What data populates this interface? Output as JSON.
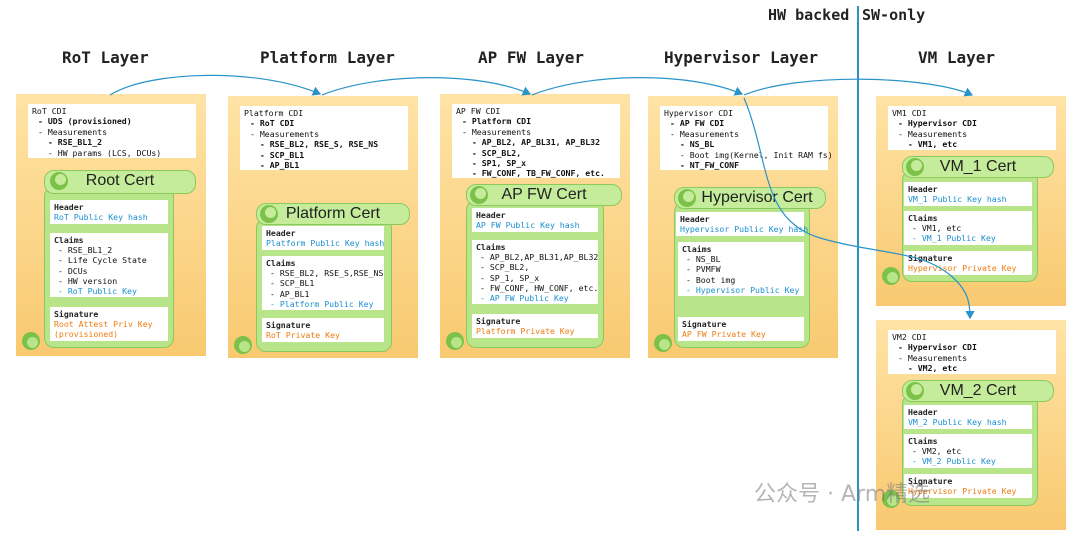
{
  "header": {
    "hw_backed": "HW backed",
    "sw_only": "SW-only"
  },
  "layers": {
    "rot": {
      "title": "RoT Layer",
      "cdi": [
        "RoT CDI",
        "- UDS (provisioned)",
        "- Measurements",
        "  - RSE_BL1_2",
        "  - HW params (LCS, DCUs)"
      ],
      "cert_title": "Root Cert",
      "header_label": "Header",
      "header_value": "RoT Public Key hash",
      "claims_label": "Claims",
      "claims": [
        "- RSE_BL1_2",
        "- Life Cycle State",
        "- DCUs",
        "- HW version"
      ],
      "claims_key": "- RoT Public Key",
      "sig_label": "Signature",
      "sig_value": "Root Attest Priv Key",
      "sig_value2": "(provisioned)"
    },
    "platform": {
      "title": "Platform Layer",
      "cdi": [
        "Platform CDI",
        "- RoT CDI",
        "- Measurements",
        "  - RSE_BL2, RSE_S, RSE_NS",
        "  - SCP_BL1",
        "  - AP_BL1"
      ],
      "cert_title": "Platform Cert",
      "header_label": "Header",
      "header_value": "Platform Public Key hash",
      "claims_label": "Claims",
      "claims": [
        "- RSE_BL2, RSE_S,RSE_NS",
        "- SCP_BL1",
        "- AP_BL1"
      ],
      "claims_key": "- Platform Public Key",
      "sig_label": "Signature",
      "sig_value": "RoT Private Key"
    },
    "apfw": {
      "title": "AP FW Layer",
      "cdi": [
        "AP FW CDI",
        "- Platform CDI",
        "- Measurements",
        "  - AP_BL2, AP_BL31, AP_BL32",
        "  - SCP_BL2,",
        "  - SP1, SP_x",
        "  - FW_CONF, TB_FW_CONF, etc."
      ],
      "cert_title": "AP FW Cert",
      "header_label": "Header",
      "header_value": "AP FW Public Key hash",
      "claims_label": "Claims",
      "claims": [
        "- AP_BL2,AP_BL31,AP_BL32",
        "- SCP_BL2,",
        "- SP_1, SP_x",
        "- FW_CONF, HW_CONF, etc."
      ],
      "claims_key": "- AP FW Public Key",
      "sig_label": "Signature",
      "sig_value": "Platform Private Key"
    },
    "hyp": {
      "title": "Hypervisor Layer",
      "cdi": [
        "Hypervisor CDI",
        "- AP FW CDI",
        "- Measurements",
        "  - NS_BL",
        "  - Boot img(Kernel, Init RAM fs)",
        "  - NT_FW_CONF"
      ],
      "cert_title": "Hypervisor Cert",
      "header_label": "Header",
      "header_value": "Hypervisor Public Key hash",
      "claims_label": "Claims",
      "claims": [
        "- NS_BL",
        "- PVMFW",
        "- Boot img"
      ],
      "claims_key": "- Hypervisor Public Key",
      "sig_label": "Signature",
      "sig_value": "AP FW Private Key"
    },
    "vm": {
      "title": "VM Layer",
      "vm1": {
        "cdi": [
          "VM1 CDI",
          "- Hypervisor CDI",
          "- Measurements",
          "  - VM1, etc"
        ],
        "cert_title": "VM_1 Cert",
        "header_label": "Header",
        "header_value": "VM_1 Public Key hash",
        "claims_label": "Claims",
        "claims": [
          "- VM1, etc"
        ],
        "claims_key": "- VM_1 Public Key",
        "sig_label": "Signature",
        "sig_value": "Hypervisor Private Key"
      },
      "vm2": {
        "cdi": [
          "VM2 CDI",
          "- Hypervisor CDI",
          "- Measurements",
          "  - VM2, etc"
        ],
        "cert_title": "VM_2 Cert",
        "header_label": "Header",
        "header_value": "VM_2 Public Key hash",
        "claims_label": "Claims",
        "claims": [
          "- VM2, etc"
        ],
        "claims_key": "- VM_2 Public Key",
        "sig_label": "Signature",
        "sig_value": "Hypervisor Private Key"
      }
    }
  },
  "watermark": "公众号 · Arm精选"
}
